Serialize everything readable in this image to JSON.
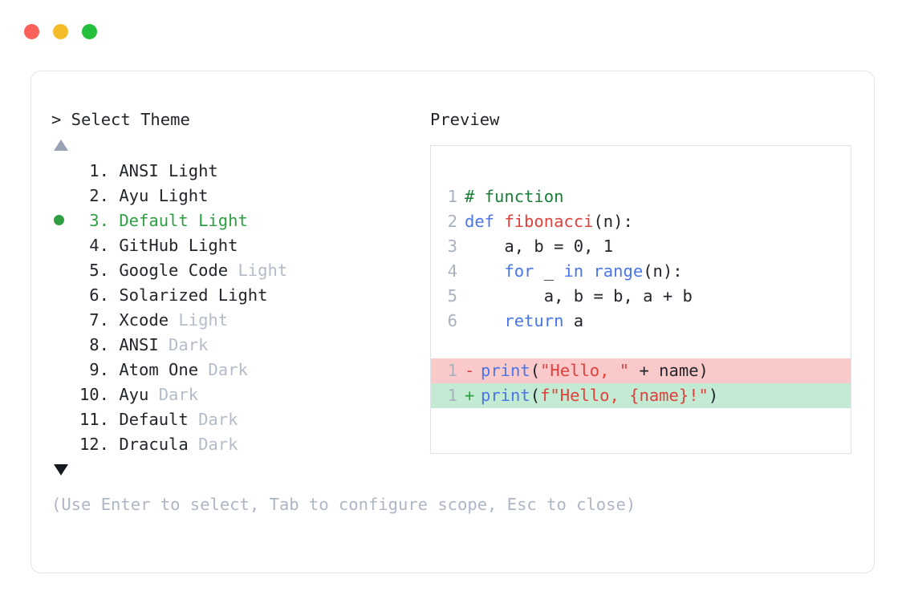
{
  "window": {
    "traffic_lights": [
      {
        "name": "close",
        "color": "#f9605a"
      },
      {
        "name": "minimize",
        "color": "#f5bc2a"
      },
      {
        "name": "maximize",
        "color": "#24c03d"
      }
    ]
  },
  "picker": {
    "prompt": "> Select Theme",
    "scroll_up_icon": "triangle-up",
    "scroll_down_icon": "triangle-down",
    "selected_index": 3,
    "selected_color": "#2ea043",
    "items": [
      {
        "num": " 1.",
        "name": "ANSI",
        "variant": " Light",
        "variant_muted": false,
        "selected": false
      },
      {
        "num": " 2.",
        "name": "Ayu",
        "variant": " Light",
        "variant_muted": false,
        "selected": false
      },
      {
        "num": " 3.",
        "name": "Default",
        "variant": " Light",
        "variant_muted": false,
        "selected": true
      },
      {
        "num": " 4.",
        "name": "GitHub",
        "variant": " Light",
        "variant_muted": false,
        "selected": false
      },
      {
        "num": " 5.",
        "name": "Google Code",
        "variant": " Light",
        "variant_muted": true,
        "selected": false
      },
      {
        "num": " 6.",
        "name": "Solarized",
        "variant": " Light",
        "variant_muted": false,
        "selected": false
      },
      {
        "num": " 7.",
        "name": "Xcode",
        "variant": " Light",
        "variant_muted": true,
        "selected": false
      },
      {
        "num": " 8.",
        "name": "ANSI",
        "variant": " Dark",
        "variant_muted": true,
        "selected": false
      },
      {
        "num": " 9.",
        "name": "Atom One",
        "variant": " Dark",
        "variant_muted": true,
        "selected": false
      },
      {
        "num": "10.",
        "name": "Ayu",
        "variant": " Dark",
        "variant_muted": true,
        "selected": false
      },
      {
        "num": "11.",
        "name": "Default",
        "variant": " Dark",
        "variant_muted": true,
        "selected": false
      },
      {
        "num": "12.",
        "name": "Dracula",
        "variant": " Dark",
        "variant_muted": true,
        "selected": false
      }
    ]
  },
  "preview": {
    "label": "Preview",
    "code_lines": [
      {
        "ln": "1",
        "tokens": [
          {
            "t": "# function",
            "c": "tok-comment"
          }
        ]
      },
      {
        "ln": "2",
        "tokens": [
          {
            "t": "def ",
            "c": "tok-keyword"
          },
          {
            "t": "fibonacci",
            "c": "tok-func"
          },
          {
            "t": "(n):",
            "c": "tok-plain"
          }
        ]
      },
      {
        "ln": "3",
        "tokens": [
          {
            "t": "    a, b = ",
            "c": "tok-plain"
          },
          {
            "t": "0",
            "c": "tok-num"
          },
          {
            "t": ", ",
            "c": "tok-plain"
          },
          {
            "t": "1",
            "c": "tok-num"
          }
        ]
      },
      {
        "ln": "4",
        "tokens": [
          {
            "t": "    ",
            "c": "tok-plain"
          },
          {
            "t": "for",
            "c": "tok-keyword"
          },
          {
            "t": " _ ",
            "c": "tok-plain"
          },
          {
            "t": "in ",
            "c": "tok-keyword"
          },
          {
            "t": "range",
            "c": "tok-keyword"
          },
          {
            "t": "(n):",
            "c": "tok-plain"
          }
        ]
      },
      {
        "ln": "5",
        "tokens": [
          {
            "t": "        a, b = b, a + b",
            "c": "tok-plain"
          }
        ]
      },
      {
        "ln": "6",
        "tokens": [
          {
            "t": "    ",
            "c": "tok-plain"
          },
          {
            "t": "return",
            "c": "tok-keyword"
          },
          {
            "t": " a",
            "c": "tok-plain"
          }
        ]
      }
    ],
    "diff_lines": [
      {
        "ln": "1",
        "mark": "-",
        "kind": "del",
        "bg": "#fac9c9",
        "tokens": [
          {
            "t": "print",
            "c": "tok-keyword"
          },
          {
            "t": "(",
            "c": "tok-plain"
          },
          {
            "t": "\"Hello, \"",
            "c": "tok-string"
          },
          {
            "t": " + name)",
            "c": "tok-plain"
          }
        ]
      },
      {
        "ln": "1",
        "mark": "+",
        "kind": "add",
        "bg": "#c3ead2",
        "tokens": [
          {
            "t": "print",
            "c": "tok-keyword"
          },
          {
            "t": "(",
            "c": "tok-plain"
          },
          {
            "t": "f\"Hello, {name}!\"",
            "c": "tok-string"
          },
          {
            "t": ")",
            "c": "tok-plain"
          }
        ]
      }
    ]
  },
  "footer": {
    "hint": "(Use Enter to select, Tab to configure scope, Esc to close)"
  }
}
